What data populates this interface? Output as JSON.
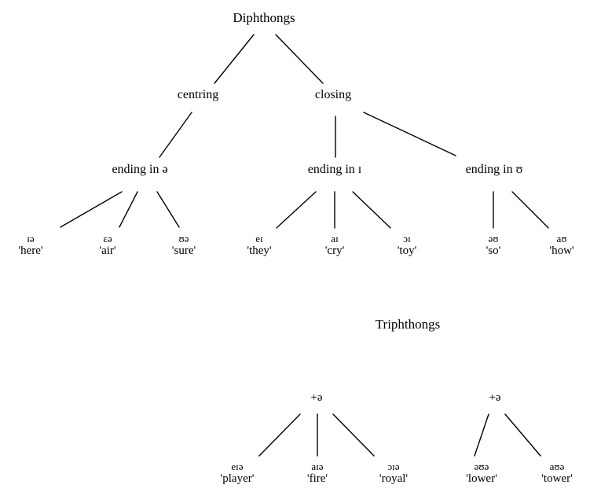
{
  "diagram": {
    "background_color": "#ffffff",
    "line_color": "#000000",
    "text_color": "#000000"
  },
  "sections": {
    "diphthongs": {
      "title": "Diphthongs",
      "branches": [
        {
          "label": "centring"
        },
        {
          "label": "closing"
        }
      ],
      "categories": [
        {
          "label": "ending in ə"
        },
        {
          "label": "ending in ɪ"
        },
        {
          "label": "ending in ʊ"
        }
      ],
      "leaves": [
        {
          "ipa": "ɪə",
          "gloss": "'here'"
        },
        {
          "ipa": "ɛə",
          "gloss": "'air'"
        },
        {
          "ipa": "ʊə",
          "gloss": "'sure'"
        },
        {
          "ipa": "eɪ",
          "gloss": "'they'"
        },
        {
          "ipa": "aɪ",
          "gloss": "'cry'"
        },
        {
          "ipa": "ɔɪ",
          "gloss": "'toy'"
        },
        {
          "ipa": "əʊ",
          "gloss": "'so'"
        },
        {
          "ipa": "aʊ",
          "gloss": "'how'"
        }
      ]
    },
    "triphthongs": {
      "title": "Triphthongs",
      "nodes": [
        {
          "label": "+ə"
        },
        {
          "label": "+ə"
        }
      ],
      "leaves": [
        {
          "ipa": "eɪə",
          "gloss": "'player'"
        },
        {
          "ipa": "aɪə",
          "gloss": "'fire'"
        },
        {
          "ipa": "ɔɪə",
          "gloss": "'royal'"
        },
        {
          "ipa": "əʊə",
          "gloss": "'lower'"
        },
        {
          "ipa": "aʊə",
          "gloss": "'tower'"
        }
      ]
    }
  }
}
